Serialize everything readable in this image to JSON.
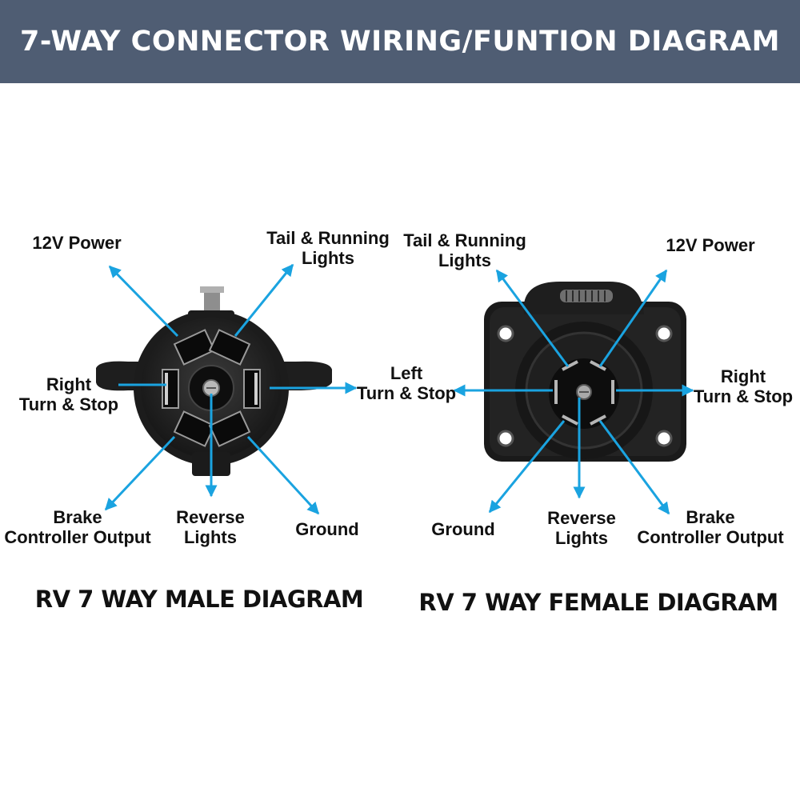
{
  "header": {
    "title": "7-WAY CONNECTOR WIRING/FUNTION DIAGRAM"
  },
  "colors": {
    "header_bg": "#4f5d73",
    "arrow": "#1aa3e0",
    "connector": "#2a2a2a"
  },
  "male": {
    "caption": "RV 7 WAY MALE DIAGRAM",
    "labels": {
      "power_12v": "12V Power",
      "tail_running": {
        "line1": "Tail & Running",
        "line2": "Lights"
      },
      "right_turn": {
        "line1": "Right",
        "line2": "Turn & Stop"
      },
      "brake": {
        "line1": "Brake",
        "line2": "Controller Output"
      },
      "reverse": {
        "line1": "Reverse",
        "line2": "Lights"
      },
      "ground": "Ground"
    }
  },
  "female": {
    "caption": "RV 7 WAY FEMALE DIAGRAM",
    "labels": {
      "tail_running": {
        "line1": "Tail & Running",
        "line2": "Lights"
      },
      "power_12v": "12V Power",
      "left_turn": {
        "line1": "Left",
        "line2": "Turn & Stop"
      },
      "right_turn": {
        "line1": "Right",
        "line2": "Turn & Stop"
      },
      "ground": "Ground",
      "reverse": {
        "line1": "Reverse",
        "line2": "Lights"
      },
      "brake": {
        "line1": "Brake",
        "line2": "Controller Output"
      }
    }
  }
}
